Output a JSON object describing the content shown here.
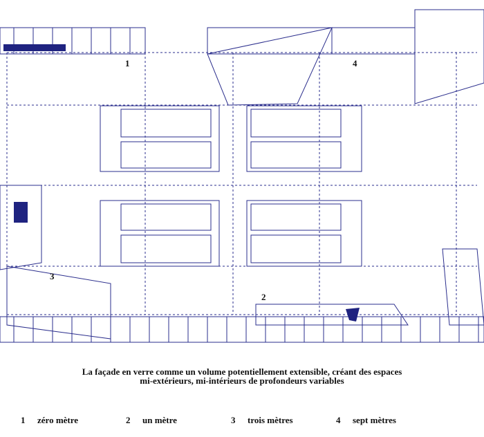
{
  "plan_labels": {
    "one": "1",
    "two": "2",
    "three": "3",
    "four": "4"
  },
  "caption": {
    "line1": "La façade en verre comme un volume potentiellement extensible, créant des espaces",
    "line2": "mi-extérieurs, mi-intérieurs de profondeurs variables"
  },
  "legend": [
    {
      "num": "1",
      "label": "zéro mètre"
    },
    {
      "num": "2",
      "label": "un mètre"
    },
    {
      "num": "3",
      "label": "trois mètres"
    },
    {
      "num": "4",
      "label": "sept mètres"
    }
  ],
  "colors": {
    "ink": "#2a2d8c",
    "fill": "#1f2380"
  }
}
